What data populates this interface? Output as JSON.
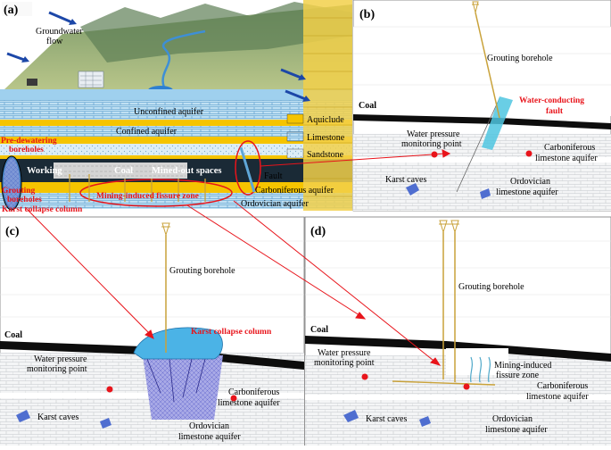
{
  "panels": {
    "a": {
      "tag": "(a)",
      "groundwater_flow": [
        "Groundwater",
        "flow"
      ],
      "unconfined_aquifer": "Unconfined aquifer",
      "confined_aquifer": "Confined aquifer",
      "working": "Working",
      "coal": "Coal",
      "mined_out": "Mined-out spaces",
      "fault": "Fault",
      "pre_dewatering": [
        "Pre-dewatering",
        "boreholes"
      ],
      "grouting_boreholes": [
        "Grouting",
        "boreholes"
      ],
      "karst_collapse": "Karst collapse column",
      "mining_fissure": "Mining-induced fissure zone",
      "carboniferous": "Carboniferous aquifer",
      "ordovician": "Ordovician aquifer",
      "legend": [
        "Aquiclude",
        "Limestone",
        "Sandstone"
      ]
    },
    "b": {
      "tag": "(b)",
      "grouting_borehole": "Grouting borehole",
      "water_fault": [
        "Water-conducting",
        "fault"
      ],
      "coal": "Coal",
      "monitoring": [
        "Water pressure",
        "monitoring point"
      ],
      "carboniferous": [
        "Carboniferous",
        "limestone aquifer"
      ],
      "karst_caves": "Karst caves",
      "ordovician": [
        "Ordovician",
        "limestone aquifer"
      ]
    },
    "c": {
      "tag": "(c)",
      "grouting_borehole": "Grouting borehole",
      "karst_collapse": "Karst collapse column",
      "coal": "Coal",
      "monitoring": [
        "Water pressure",
        "monitoring point"
      ],
      "carboniferous": [
        "Carboniferous",
        "limestone aquifer"
      ],
      "karst_caves": "Karst caves",
      "ordovician": [
        "Ordovician",
        "limestone aquifer"
      ]
    },
    "d": {
      "tag": "(d)",
      "grouting_borehole": "Grouting borehole",
      "coal": "Coal",
      "monitoring": [
        "Water pressure",
        "monitoring point"
      ],
      "mining_fissure": [
        "Mining-induced",
        "fissure zone"
      ],
      "carboniferous": [
        "Carboniferous",
        "limestone aquifer"
      ],
      "karst_caves": "Karst caves",
      "ordovician": [
        "Ordovician",
        "limestone aquifer"
      ]
    }
  },
  "colors": {
    "red": "#e8141b",
    "aquiclude": "#f5c400",
    "limestone": "#5fa7d8",
    "sandstone": "#d6eaf5",
    "coal": "#0d0d0d",
    "borehole": "#c9a23a"
  }
}
